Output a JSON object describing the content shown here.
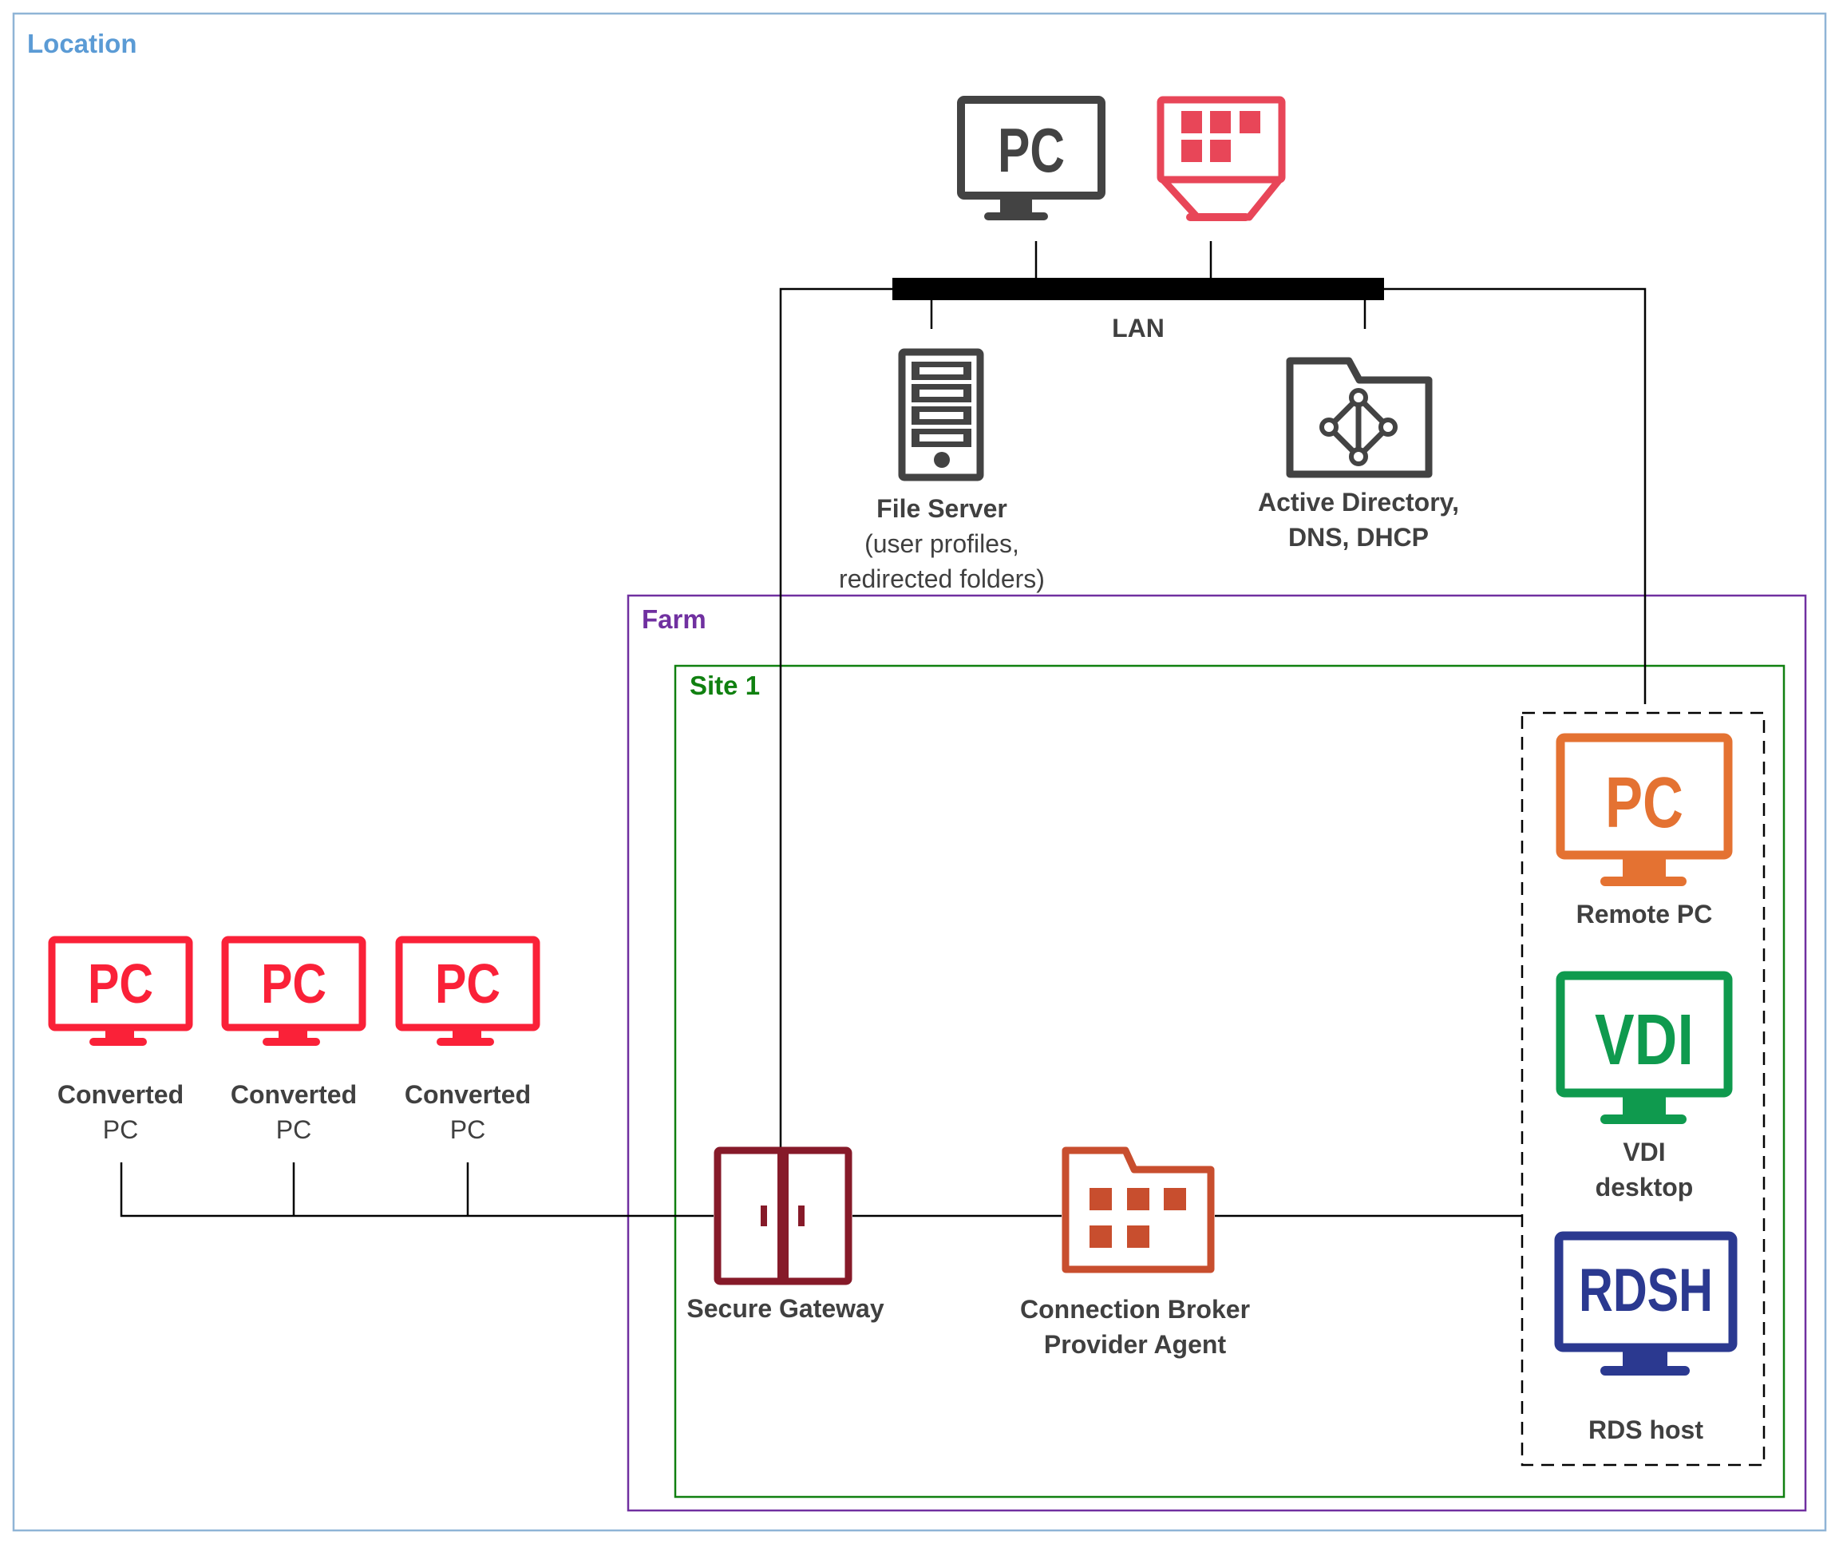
{
  "containers": {
    "location": {
      "title": "Location",
      "color": "#5b9bd5",
      "border": "#8fb4d6"
    },
    "farm": {
      "title": "Farm",
      "color": "#7030a0"
    },
    "site": {
      "title": "Site 1",
      "color": "#108010"
    }
  },
  "lan": {
    "label": "LAN"
  },
  "nodes": {
    "lan_pc": {
      "icon_text": "PC",
      "color": "#434343"
    },
    "lan_storage": {
      "color": "#e84658"
    },
    "file_server": {
      "label_line1": "File Server",
      "label_line2": "(user profiles,",
      "label_line3": "redirected folders)",
      "color": "#434343"
    },
    "active_directory": {
      "label_line1": "Active Directory,",
      "label_line2": "DNS, DHCP",
      "color": "#434343"
    },
    "secure_gateway": {
      "label": "Secure Gateway",
      "color": "#861a29"
    },
    "connection_broker": {
      "label_line1": "Connection Broker",
      "label_line2": "Provider Agent",
      "color": "#c84e2e"
    },
    "remote_pc": {
      "icon_text": "PC",
      "label": "Remote PC",
      "color": "#e47232"
    },
    "vdi_desktop": {
      "icon_text": "VDI",
      "label_line1": "VDI",
      "label_line2": "desktop",
      "color": "#0f9a4e"
    },
    "rds_host": {
      "icon_text": "RDSH",
      "label": "RDS host",
      "color": "#2b3990"
    }
  },
  "converted_pcs": [
    {
      "icon_text": "PC",
      "label_line1": "Converted",
      "label_line2": "PC"
    },
    {
      "icon_text": "PC",
      "label_line1": "Converted",
      "label_line2": "PC"
    },
    {
      "icon_text": "PC",
      "label_line1": "Converted",
      "label_line2": "PC"
    }
  ],
  "converted_pc_color": "#fa2138"
}
